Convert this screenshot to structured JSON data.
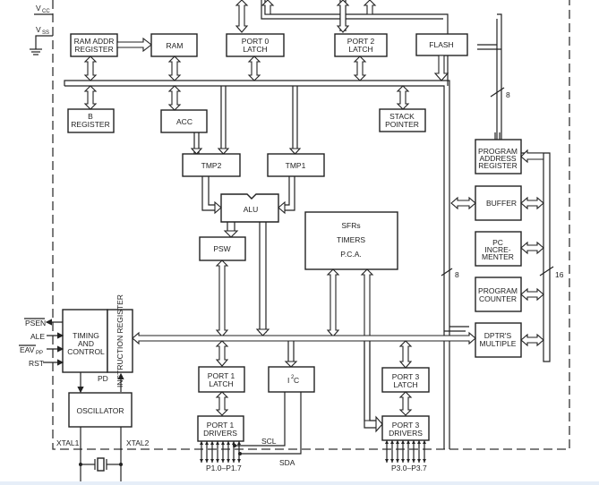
{
  "title": "8051-family microcontroller block diagram",
  "power": {
    "vcc": "V",
    "vcc_sub": "CC",
    "vss": "V",
    "vss_sub": "SS"
  },
  "blocks": {
    "ram_addr_register": [
      "RAM ADDR",
      "REGISTER"
    ],
    "ram": [
      "RAM"
    ],
    "port0_latch": [
      "PORT 0",
      "LATCH"
    ],
    "port2_latch": [
      "PORT 2",
      "LATCH"
    ],
    "flash": [
      "FLASH"
    ],
    "b_register": [
      "B",
      "REGISTER"
    ],
    "acc": [
      "ACC"
    ],
    "stack_pointer": [
      "STACK",
      "POINTER"
    ],
    "tmp2": [
      "TMP2"
    ],
    "tmp1": [
      "TMP1"
    ],
    "alu": [
      "ALU"
    ],
    "psw": [
      "PSW"
    ],
    "sfrs": [
      "SFRs",
      "TIMERS",
      "P.C.A."
    ],
    "program_address_register": [
      "PROGRAM",
      "ADDRESS",
      "REGISTER"
    ],
    "buffer": [
      "BUFFER"
    ],
    "pc_incrementer": [
      "PC",
      "INCRE-",
      "MENTER"
    ],
    "program_counter": [
      "PROGRAM",
      "COUNTER"
    ],
    "dptrs_multiple": [
      "DPTR'S",
      "MULTIPLE"
    ],
    "timing_control": [
      "TIMING",
      "AND",
      "CONTROL"
    ],
    "instruction_register": "INSTRUCTION REGISTER",
    "oscillator": [
      "OSCILLATOR"
    ],
    "port1_latch": [
      "PORT 1",
      "LATCH"
    ],
    "port1_drivers": [
      "PORT 1",
      "DRIVERS"
    ],
    "i2c": {
      "main": "I",
      "sup": "2",
      "rest": "C"
    },
    "port3_latch": [
      "PORT 3",
      "LATCH"
    ],
    "port3_drivers": [
      "PORT 3",
      "DRIVERS"
    ]
  },
  "signals": {
    "psen": "PSEN",
    "ale": "ALE",
    "eavpp": "EAV",
    "eavpp_sub": "PP",
    "rst": "RST",
    "pd": "PD",
    "xtal1": "XTAL1",
    "xtal2": "XTAL2",
    "scl": "SCL",
    "sda": "SDA",
    "p1_pins": "P1.0–P1.7",
    "p3_pins": "P3.0–P3.7"
  },
  "bus_widths": {
    "flash_bus": "8",
    "data_bus": "8",
    "address_bus": "16"
  }
}
